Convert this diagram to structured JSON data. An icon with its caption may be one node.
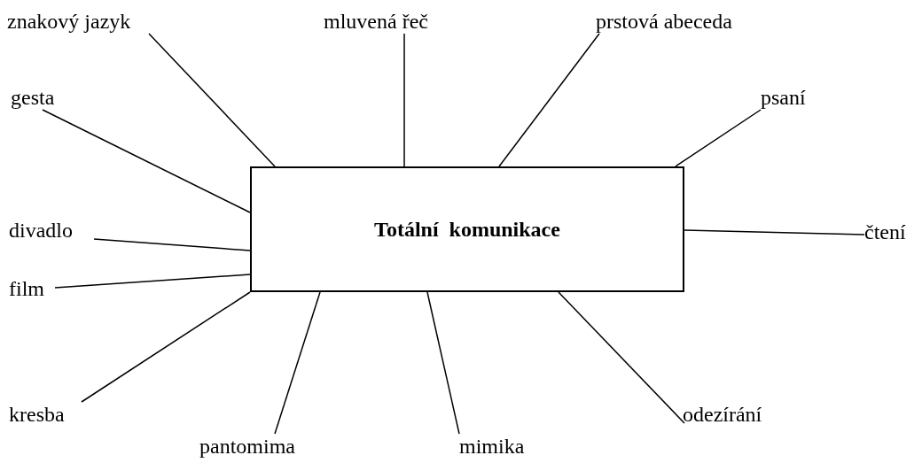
{
  "diagram": {
    "nodes": [
      {
        "text": [
          "Totální  komunikace"
        ]
      },
      {
        "text": [
          "znakový jazyk"
        ]
      },
      {
        "text": [
          "mluvená řeč"
        ]
      },
      {
        "text": [
          "prstová abeceda"
        ]
      },
      {
        "text": [
          "gesta"
        ]
      },
      {
        "text": [
          "psaní"
        ]
      },
      {
        "text": [
          "divadlo"
        ]
      },
      {
        "text": [
          "čtení"
        ]
      },
      {
        "text": [
          "film"
        ]
      },
      {
        "text": [
          "kresba"
        ]
      },
      {
        "text": [
          "pantomima"
        ]
      },
      {
        "text": [
          "mimika"
        ]
      },
      {
        "text": [
          "odezírání"
        ]
      }
    ],
    "edges": [
      {
        "from": 1,
        "to": 0,
        "arrow": "none"
      },
      {
        "from": 2,
        "to": 0,
        "arrow": "none"
      },
      {
        "from": 3,
        "to": 0,
        "arrow": "none"
      },
      {
        "from": 4,
        "to": 0,
        "arrow": "none"
      },
      {
        "from": 5,
        "to": 0,
        "arrow": "none"
      },
      {
        "from": 6,
        "to": 0,
        "arrow": "none"
      },
      {
        "from": 7,
        "to": 0,
        "arrow": "none"
      },
      {
        "from": 8,
        "to": 0,
        "arrow": "none"
      },
      {
        "from": 9,
        "to": 0,
        "arrow": "none"
      },
      {
        "from": 10,
        "to": 0,
        "arrow": "none"
      },
      {
        "from": 11,
        "to": 0,
        "arrow": "none"
      },
      {
        "from": 12,
        "to": 0,
        "arrow": "none"
      }
    ]
  }
}
